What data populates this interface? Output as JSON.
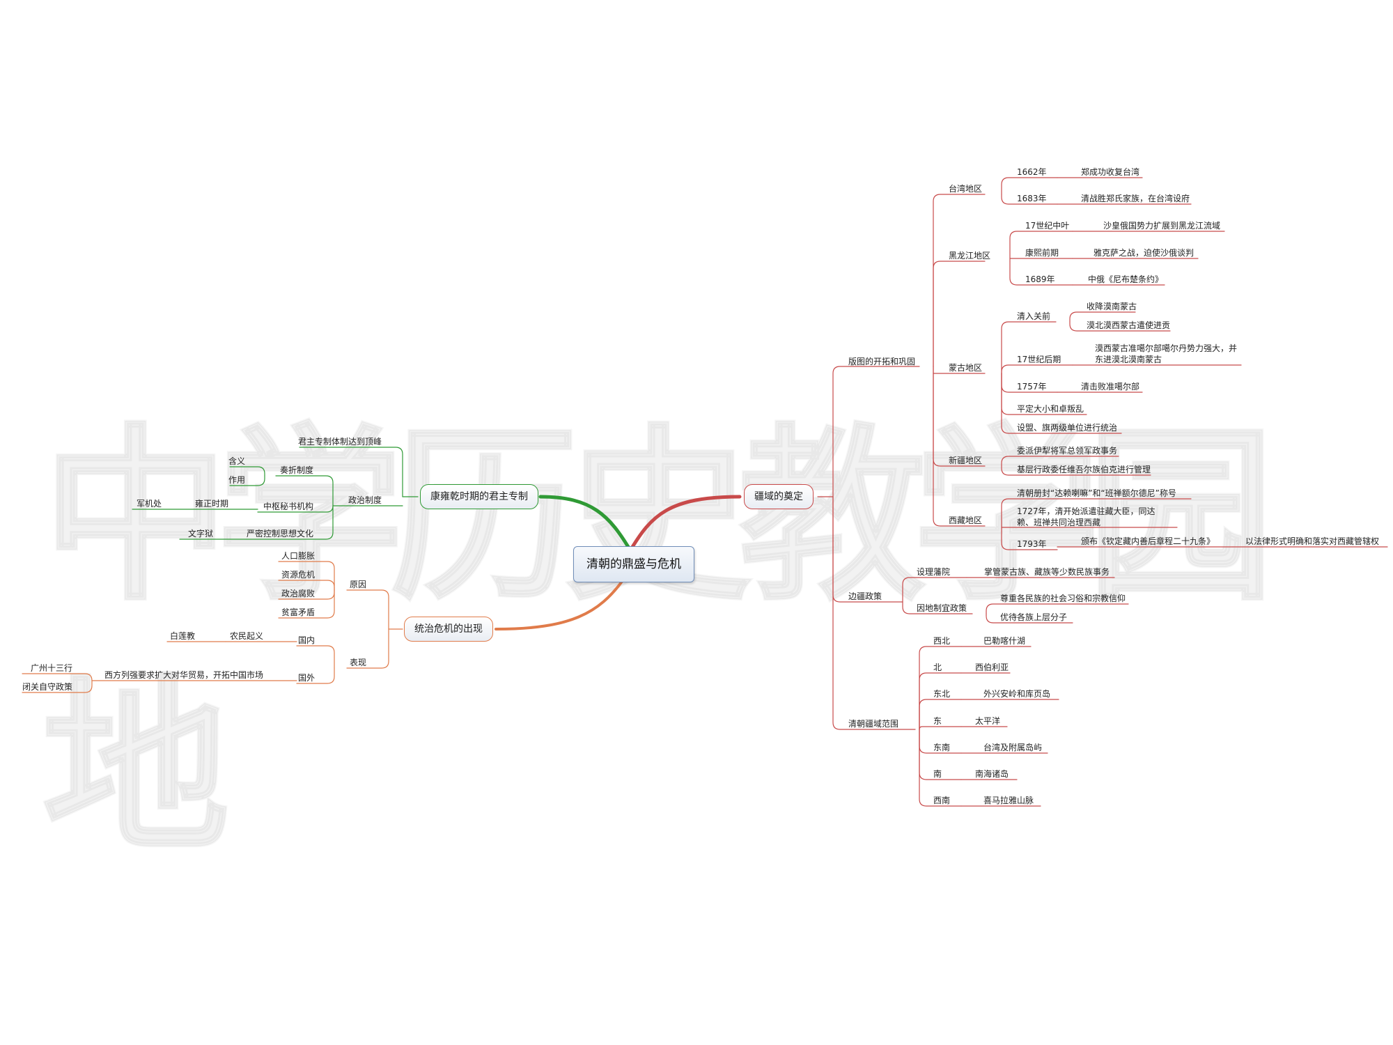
{
  "central": "清朝的鼎盛与危机",
  "watermark_text": "中学历史教学园地",
  "colors": {
    "red_branch": "#c84a4a",
    "green_branch": "#2f9a35",
    "orange_branch": "#e07b4a",
    "central_border": "#6f8db8"
  },
  "right_main": {
    "topic": "疆域的奠定",
    "territory": {
      "label": "版图的开拓和巩固",
      "taiwan": {
        "label": "台湾地区",
        "items": [
          {
            "k": "1662年",
            "v": "郑成功收复台湾"
          },
          {
            "k": "1683年",
            "v": "清战胜郑氏家族，在台湾设府"
          }
        ]
      },
      "heilongjiang": {
        "label": "黑龙江地区",
        "items": [
          {
            "k": "17世纪中叶",
            "v": "沙皇俄国势力扩展到黑龙江流域"
          },
          {
            "k": "康熙前期",
            "v": "雅克萨之战，迫使沙俄谈判"
          },
          {
            "k": "1689年",
            "v": "中俄《尼布楚条约》"
          }
        ]
      },
      "mongolia": {
        "label": "蒙古地区",
        "before": {
          "k": "清入关前",
          "items": [
            "收降漠南蒙古",
            "漠北漠西蒙古遣使进贡"
          ]
        },
        "late17": {
          "k": "17世纪后期",
          "v": "漠西蒙古准噶尔部噶尔丹势力强大，并东进漠北漠南蒙古"
        },
        "y1757": {
          "k": "1757年",
          "v": "清击败准噶尔部"
        },
        "other": [
          "平定大小和卓叛乱",
          "设盟、旗两级单位进行统治"
        ]
      },
      "xinjiang": {
        "label": "新疆地区",
        "items": [
          "委派伊犁将军总领军政事务",
          "基层行政委任维吾尔族伯克进行管理"
        ]
      },
      "tibet": {
        "label": "西藏地区",
        "items": [
          "清朝册封“达赖喇嘛”和“班禅额尔德尼”称号",
          "1727年，清开始派遣驻藏大臣，同达赖、班禅共同治理西藏"
        ],
        "y1793": {
          "k": "1793年",
          "v": "颁布《钦定藏内善后章程二十九条》",
          "extra": "以法律形式明确和落实对西藏管辖权"
        }
      }
    },
    "frontier": {
      "label": "边疆政策",
      "lifan": {
        "k": "设理藩院",
        "v": "掌管蒙古族、藏族等少数民族事务"
      },
      "yindi": {
        "k": "因地制宜政策",
        "items": [
          "尊重各民族的社会习俗和宗教信仰",
          "优待各族上层分子"
        ]
      }
    },
    "range": {
      "label": "清朝疆域范围",
      "items": [
        {
          "k": "西北",
          "v": "巴勒喀什湖"
        },
        {
          "k": "北",
          "v": "西伯利亚"
        },
        {
          "k": "东北",
          "v": "外兴安岭和库页岛"
        },
        {
          "k": "东",
          "v": "太平洋"
        },
        {
          "k": "东南",
          "v": "台湾及附属岛屿"
        },
        {
          "k": "南",
          "v": "南海诸岛"
        },
        {
          "k": "西南",
          "v": "喜马拉雅山脉"
        }
      ]
    }
  },
  "left_upper": {
    "topic": "康雍乾时期的君主专制",
    "peak": "君主专制体制达到顶峰",
    "political": {
      "label": "政治制度",
      "memorial": {
        "label": "奏折制度",
        "items": [
          "含义",
          "作用"
        ]
      },
      "central": {
        "label": "中枢秘书机构",
        "period": "雍正时期",
        "body": "军机处"
      },
      "thought": {
        "label": "严密控制思想文化",
        "item": "文字狱"
      }
    }
  },
  "left_lower": {
    "topic": "统治危机的出现",
    "causes": {
      "label": "原因",
      "items": [
        "人口膨胀",
        "资源危机",
        "政治腐败",
        "贫富矛盾"
      ]
    },
    "signs": {
      "label": "表现",
      "domestic": {
        "label": "国内",
        "item": "农民起义",
        "sub": "白莲教"
      },
      "foreign": {
        "label": "国外",
        "item": "西方列强要求扩大对华贸易，开拓中国市场",
        "subs": [
          "广州十三行",
          "闭关自守政策"
        ]
      }
    }
  }
}
